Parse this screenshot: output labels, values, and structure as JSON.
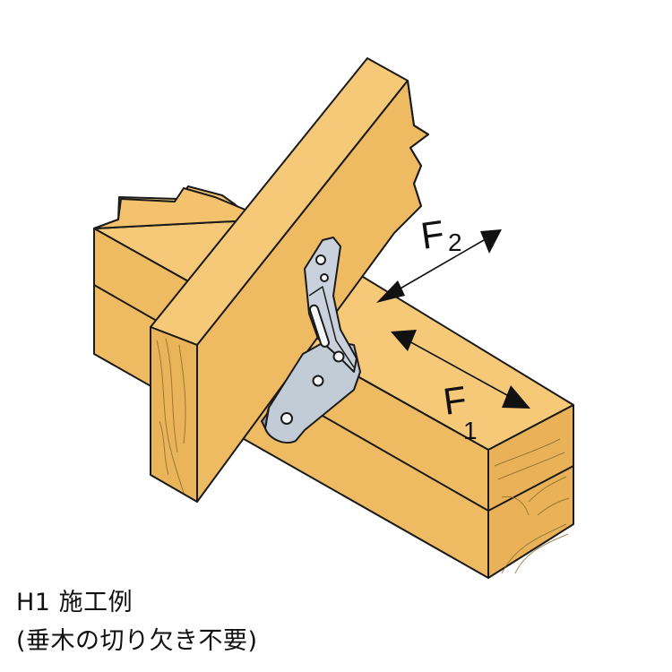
{
  "force_labels": {
    "f1_letter": "F",
    "f1_sub": "1",
    "f2_letter": "F",
    "f2_sub": "2"
  },
  "caption": {
    "line1": "H1 施工例",
    "line2": "(垂木の切り欠き不要)"
  },
  "colors": {
    "wood_light": "#f6c979",
    "wood_mid": "#efbb62",
    "wood_dark": "#e4a94c",
    "outline": "#1a1a1a",
    "bracket_top": "#c2ccd6",
    "bracket_side": "#a2aebb"
  }
}
